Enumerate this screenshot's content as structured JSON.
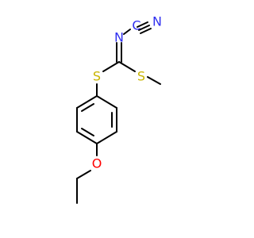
{
  "molecule": {
    "atoms": [
      {
        "id": "n_nitrile",
        "label": "N",
        "color": "#3030f0"
      },
      {
        "id": "c_nitrile",
        "label": "C",
        "color": "#3030f0"
      },
      {
        "id": "n_imine",
        "label": "N",
        "color": "#3030f0"
      },
      {
        "id": "s_aryl",
        "label": "S",
        "color": "#c8b400"
      },
      {
        "id": "s_methyl",
        "label": "S",
        "color": "#c8b400"
      },
      {
        "id": "o_ether",
        "label": "O",
        "color": "#ff0000"
      }
    ],
    "bond_color": "#000000"
  }
}
